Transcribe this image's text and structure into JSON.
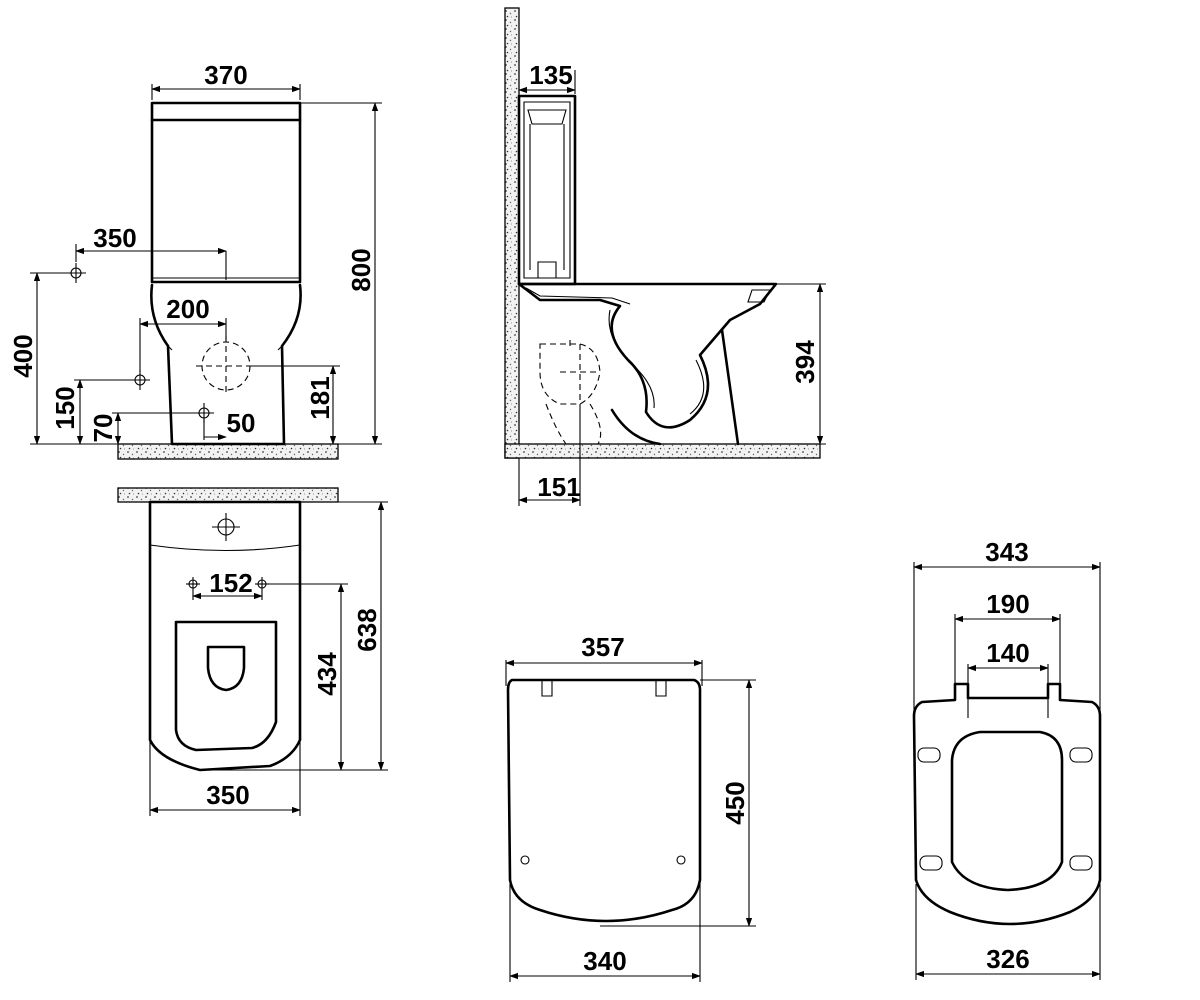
{
  "front_view": {
    "width_370": "370",
    "height_800": "800",
    "offset_350": "350",
    "offset_200": "200",
    "height_400": "400",
    "height_150": "150",
    "height_70": "70",
    "height_181": "181",
    "offset_50": "50"
  },
  "side_view": {
    "depth_135": "135",
    "height_394": "394",
    "offset_151": "151"
  },
  "top_view": {
    "spacing_152": "152",
    "depth_434": "434",
    "depth_638": "638",
    "width_350": "350"
  },
  "lid": {
    "width_357": "357",
    "height_450": "450",
    "width_340": "340"
  },
  "seat": {
    "width_343": "343",
    "hinge_190": "190",
    "hinge_140": "140",
    "width_326": "326"
  }
}
